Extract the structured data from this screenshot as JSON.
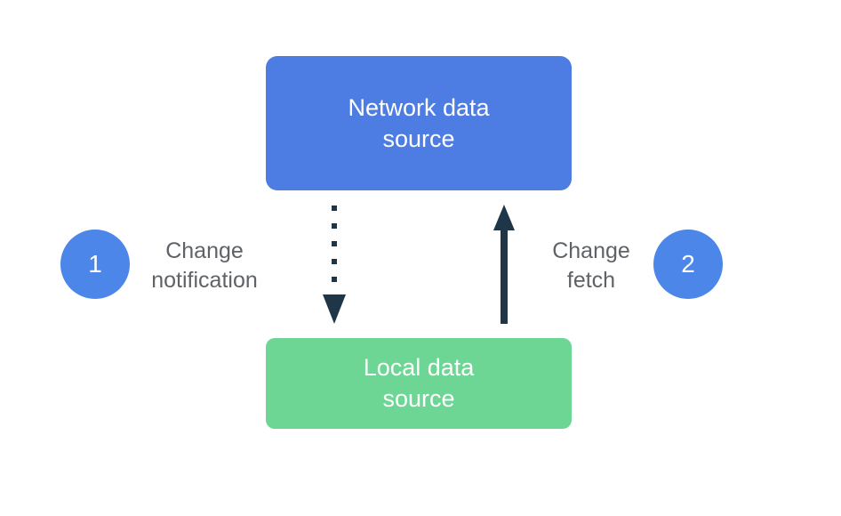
{
  "diagram": {
    "title_hint": "Network and local data source change propagation diagram",
    "network_box": {
      "label": "Network data\nsource",
      "color": "#4D7CE3",
      "text_color": "#FFFFFF"
    },
    "local_box": {
      "label": "Local data\nsource",
      "color": "#6ED694",
      "text_color": "#FFFFFF"
    },
    "step1": {
      "number": "1",
      "label": "Change\nnotification",
      "arrow": "dotted-down-arrow"
    },
    "step2": {
      "number": "2",
      "label": "Change\nfetch",
      "arrow": "solid-up-arrow"
    },
    "colors": {
      "badge_blue": "#4C86E8",
      "arrow_navy": "#1F3648",
      "label_gray": "#5F6368",
      "background": "#FFFFFF"
    }
  }
}
